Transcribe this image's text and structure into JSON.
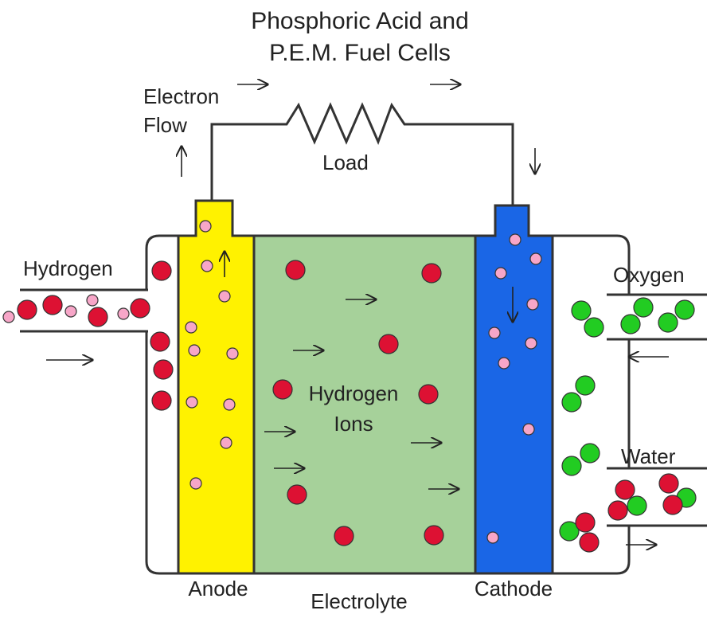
{
  "title": {
    "line1": "Phosphoric Acid and",
    "line2": "P.E.M. Fuel Cells"
  },
  "labels": {
    "electron_flow_1": "Electron",
    "electron_flow_2": "Flow",
    "load": "Load",
    "hydrogen": "Hydrogen",
    "oxygen": "Oxygen",
    "water": "Water",
    "hydrogen_ions_1": "Hydrogen",
    "hydrogen_ions_2": "Ions",
    "anode": "Anode",
    "electrolyte": "Electrolyte",
    "cathode": "Cathode"
  },
  "colors": {
    "anode": "#fff200",
    "electrolyte": "#a6d19a",
    "cathode": "#1a66e6",
    "hydrogen_atom": "#dd1133",
    "proton": "#f7a6c8",
    "oxygen_atom": "#22cc22",
    "outline": "#333333"
  },
  "icons": {
    "arrow": "thin-arrow-icon",
    "resistor": "zigzag-resistor-icon"
  }
}
